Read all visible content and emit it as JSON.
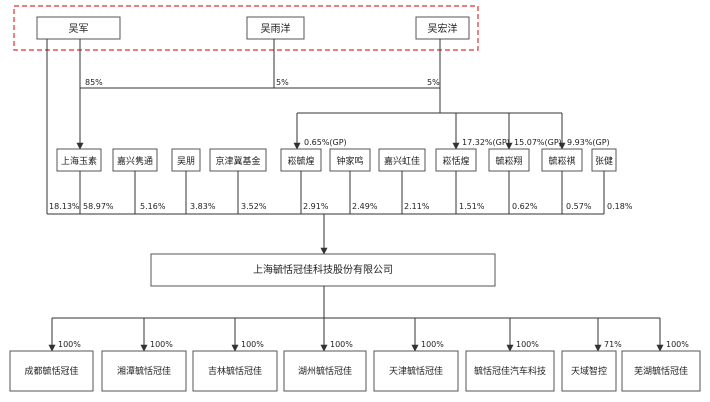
{
  "controllers": [
    {
      "id": "wujun",
      "name": "吴军"
    },
    {
      "id": "wuyuyang",
      "name": "吴雨洋"
    },
    {
      "id": "wuhongyang",
      "name": "吴宏洋"
    }
  ],
  "controller_contributions": [
    {
      "from": "wujun",
      "to": "shanghai_yusu",
      "pct": "85%"
    },
    {
      "from": "wuyuyang",
      "to": "shanghai_yusu",
      "pct": "5%"
    },
    {
      "from": "wuhongyang",
      "to": "shanghai_yusu",
      "pct": "5%"
    }
  ],
  "shareholders": [
    {
      "id": "wujun_direct",
      "pct": "18.13%"
    },
    {
      "id": "shanghai_yusu",
      "name": "上海玉素",
      "pct": "58.97%"
    },
    {
      "id": "jiaxing_xuntong",
      "name": "嘉兴隽通",
      "pct": "5.16%"
    },
    {
      "id": "wupeng",
      "name": "吴朋",
      "pct": "3.83%"
    },
    {
      "id": "jingjinji",
      "name": "京津冀基金",
      "pct": "3.52%"
    },
    {
      "id": "songshuhuang",
      "name": "崧毓煌",
      "pct": "2.91%",
      "gp_pct": "0.65%(GP)"
    },
    {
      "id": "zhongjiaming",
      "name": "钟家鸣",
      "pct": "2.49%"
    },
    {
      "id": "jiaxing_hongjia",
      "name": "嘉兴虹佳",
      "pct": "2.11%"
    },
    {
      "id": "songtianhuang",
      "name": "崧恬煌",
      "pct": "1.51%",
      "gp_pct": "17.32%(GP)"
    },
    {
      "id": "yusongxiang",
      "name": "毓崧翔",
      "pct": "0.62%",
      "gp_pct": "15.07%(GP)"
    },
    {
      "id": "yusongqi",
      "name": "毓崧祺",
      "pct": "0.57%",
      "gp_pct": "9.93%(GP)"
    },
    {
      "id": "zhangjian",
      "name": "张健",
      "pct": "0.18%"
    }
  ],
  "company": {
    "name": "上海毓恬冠佳科技股份有限公司"
  },
  "subsidiaries": [
    {
      "name": "成都毓恬冠佳",
      "pct": "100%"
    },
    {
      "name": "湘潭毓恬冠佳",
      "pct": "100%"
    },
    {
      "name": "吉林毓恬冠佳",
      "pct": "100%"
    },
    {
      "name": "湖州毓恬冠佳",
      "pct": "100%"
    },
    {
      "name": "天津毓恬冠佳",
      "pct": "100%"
    },
    {
      "name": "毓恬冠佳汽车科技",
      "pct": "100%"
    },
    {
      "name": "天域智控",
      "pct": "71%"
    },
    {
      "name": "芜湖毓恬冠佳",
      "pct": "100%"
    }
  ]
}
